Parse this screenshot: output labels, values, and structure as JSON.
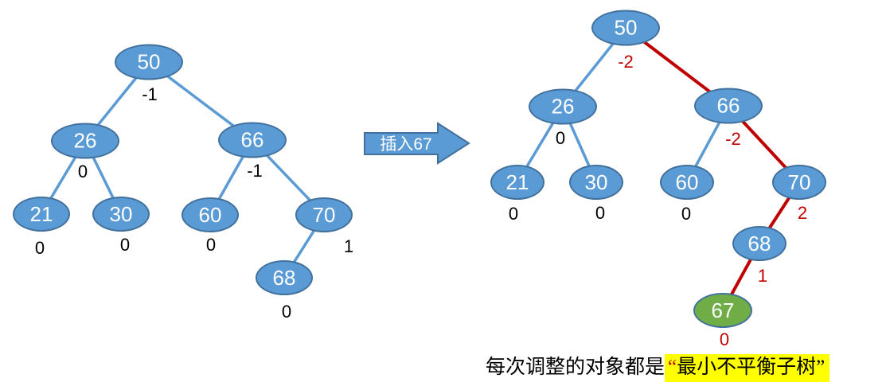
{
  "colors": {
    "node_fill_blue": "#5b9bd5",
    "node_border": "#41719c",
    "node_fill_green_new": "#70ad47",
    "edge_blue": "#5b9bd5",
    "edge_red_unbalanced": "#c00000",
    "balance_black": "#000000",
    "balance_red": "#c00000",
    "caption_highlight_bg": "#ffff00"
  },
  "arrow": {
    "label": "插入67"
  },
  "left_tree": {
    "nodes": [
      {
        "value": "50",
        "balance": "-1"
      },
      {
        "value": "26",
        "balance": "0"
      },
      {
        "value": "66",
        "balance": "-1"
      },
      {
        "value": "21",
        "balance": "0"
      },
      {
        "value": "30",
        "balance": "0"
      },
      {
        "value": "60",
        "balance": "0"
      },
      {
        "value": "70",
        "balance": "1"
      },
      {
        "value": "68",
        "balance": "0"
      }
    ],
    "edges": [
      [
        "50",
        "26"
      ],
      [
        "50",
        "66"
      ],
      [
        "26",
        "21"
      ],
      [
        "26",
        "30"
      ],
      [
        "66",
        "60"
      ],
      [
        "66",
        "70"
      ],
      [
        "70",
        "68"
      ]
    ]
  },
  "right_tree": {
    "nodes": [
      {
        "value": "50",
        "balance": "-2"
      },
      {
        "value": "26",
        "balance": "0"
      },
      {
        "value": "66",
        "balance": "-2"
      },
      {
        "value": "21",
        "balance": "0"
      },
      {
        "value": "30",
        "balance": "0"
      },
      {
        "value": "60",
        "balance": "0"
      },
      {
        "value": "70",
        "balance": "2"
      },
      {
        "value": "68",
        "balance": "1"
      },
      {
        "value": "67",
        "balance": "0",
        "is_new": true
      }
    ],
    "edges_normal": [
      [
        "50",
        "26"
      ],
      [
        "26",
        "21"
      ],
      [
        "26",
        "30"
      ],
      [
        "66",
        "60"
      ]
    ],
    "edges_unbalanced_path": [
      [
        "50",
        "66"
      ],
      [
        "66",
        "70"
      ],
      [
        "70",
        "68"
      ],
      [
        "68",
        "67"
      ]
    ]
  },
  "caption": {
    "prefix": "每次调整的对象都是",
    "open_quote": "“",
    "highlight_text": "最小不平衡子树",
    "close_quote": "”"
  }
}
